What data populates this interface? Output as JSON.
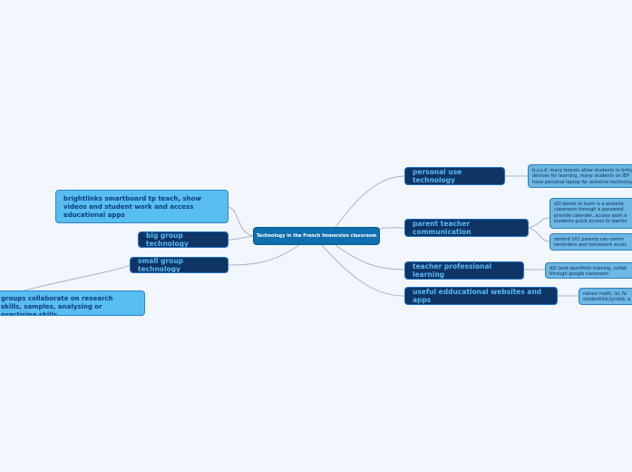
{
  "root": {
    "label": "Technology in the French Immersion classroom"
  },
  "left_topics": [
    {
      "label": "brightlinks smartboard tp teach, show videos and student work and access educational apps"
    },
    {
      "label": "big group technology"
    },
    {
      "label": "small group technology"
    },
    {
      "label": "groups collaborate on research skills, samples, analysing or practising skills"
    }
  ],
  "right_topics": [
    {
      "label": "personal use technology"
    },
    {
      "label": "parent teacher communication"
    },
    {
      "label": "teacher professional learning"
    },
    {
      "label": "useful edducational websites and apps"
    }
  ],
  "right_details": [
    {
      "label": "b.y.o.d. many boards allow students to bring devices for learning, many students on IEP have personal laptop for assistive technology"
    },
    {
      "label": "d2l desire to learn is a website classroom through a password provide calender, access work a students quick access to learnin"
    },
    {
      "label": "remind 101 parents can comm reminders and homework acces"
    },
    {
      "label": "d2l (and eportfolio training, collab through google classroom"
    },
    {
      "label": "netoor math, ixl, fe studentlink2ycdsb, a"
    }
  ],
  "colors": {
    "background": "#f2f6fe",
    "root": "#0e6fae",
    "dark_topic": "#0e3566",
    "dark_topic_text": "#5ab8f3",
    "light_topic": "#58bdf0",
    "leaf": "#6cb7e3",
    "connector": "#a9b4c8"
  }
}
